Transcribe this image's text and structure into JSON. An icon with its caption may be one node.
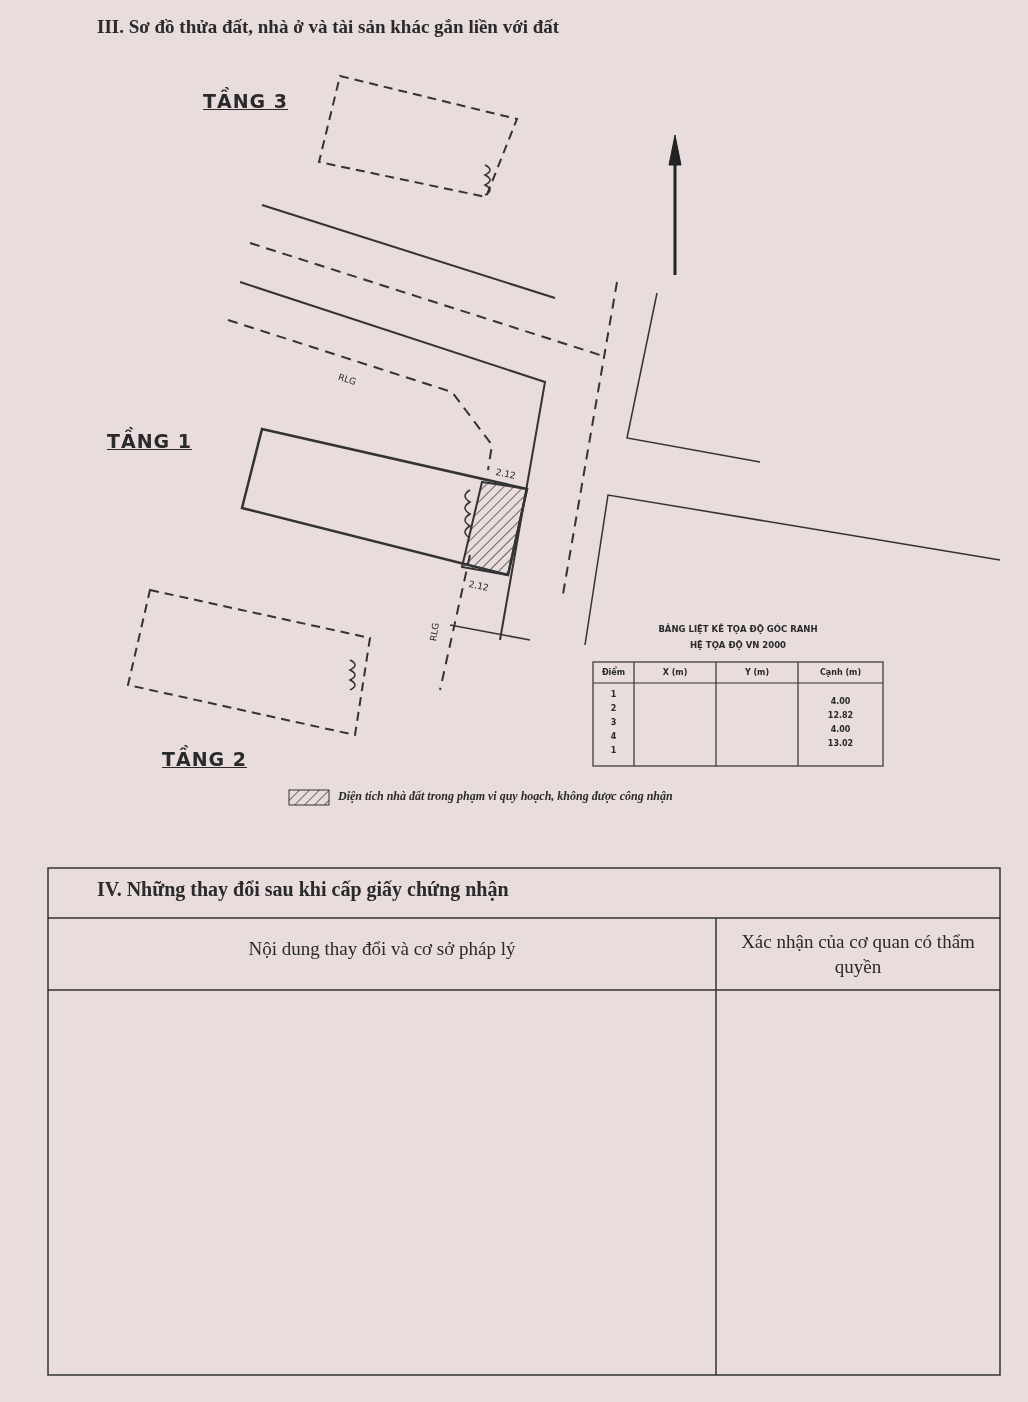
{
  "diagram": {
    "labels": [
      "III. Sơ đồ thửa đất, nhà ở và tài sản khác gắn liền với đất",
      "TẦNG 3",
      "RLG",
      "TẦNG 1",
      "2.12",
      "2.12",
      "RLG",
      "TẦNG 2",
      "BẢNG LIỆT KÊ TỌA ĐỘ GÓC RANH",
      "HỆ TỌA ĐỘ VN 2000",
      "Điểm",
      "X (m)",
      "Y (m)",
      "Cạnh (m)",
      "1",
      "2",
      "3",
      "4",
      "1",
      "4.00",
      "12.82",
      "4.00",
      "13.02",
      "IV. Những thay đổi sau khi cấp giấy chứng nhận",
      "Nội dung thay đổi và cơ sở pháp lý",
      "Xác nhận của cơ quan có thẩm quyền"
    ],
    "legend": [
      {
        "text": "Diện tích nhà đất trong phạm vi quy hoạch, không được công nhận"
      }
    ]
  }
}
